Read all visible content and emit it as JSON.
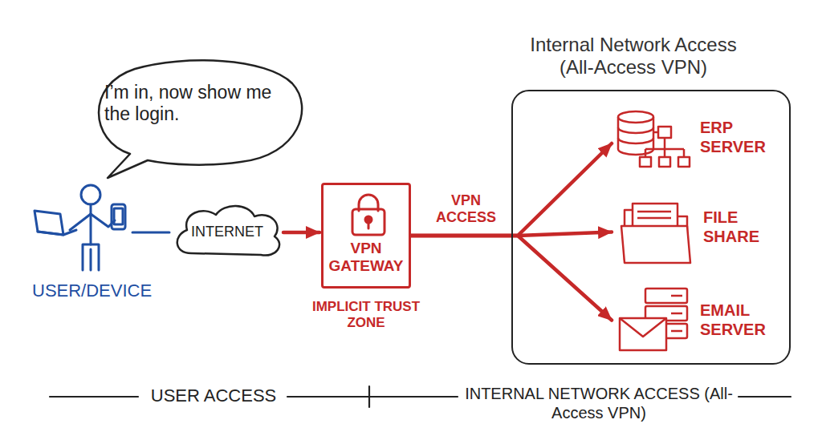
{
  "diagram": {
    "nodes": [
      {
        "text": [
          "I’m in, now show me the login."
        ]
      },
      {
        "text": [
          "USER/DEVICE"
        ]
      },
      {
        "text": [
          "INTERNET"
        ]
      },
      {
        "text": [
          "VPN GATEWAY",
          "IMPLICIT TRUST ZONE"
        ]
      },
      {
        "text": [
          "Internal Network Access (All-Access VPN)"
        ]
      },
      {
        "text": [
          "ERP SERVER"
        ],
        "in": 4
      },
      {
        "text": [
          "FILE SHARE"
        ],
        "in": 4
      },
      {
        "text": [
          "EMAIL SERVER"
        ],
        "in": 4
      }
    ],
    "edges": [
      {
        "from": 1,
        "to": 2,
        "arrow": "none"
      },
      {
        "from": 2,
        "to": 3,
        "arrow": "to"
      },
      {
        "from": 3,
        "to": 5,
        "arrow": "to"
      },
      {
        "from": 3,
        "to": 6,
        "arrow": "to",
        "label": "VPN ACCESS"
      },
      {
        "from": 3,
        "to": 7,
        "arrow": "to"
      }
    ],
    "labels": [
      "USER ACCESS",
      "INTERNAL NETWORK ACCESS (All-Access VPN)"
    ]
  }
}
